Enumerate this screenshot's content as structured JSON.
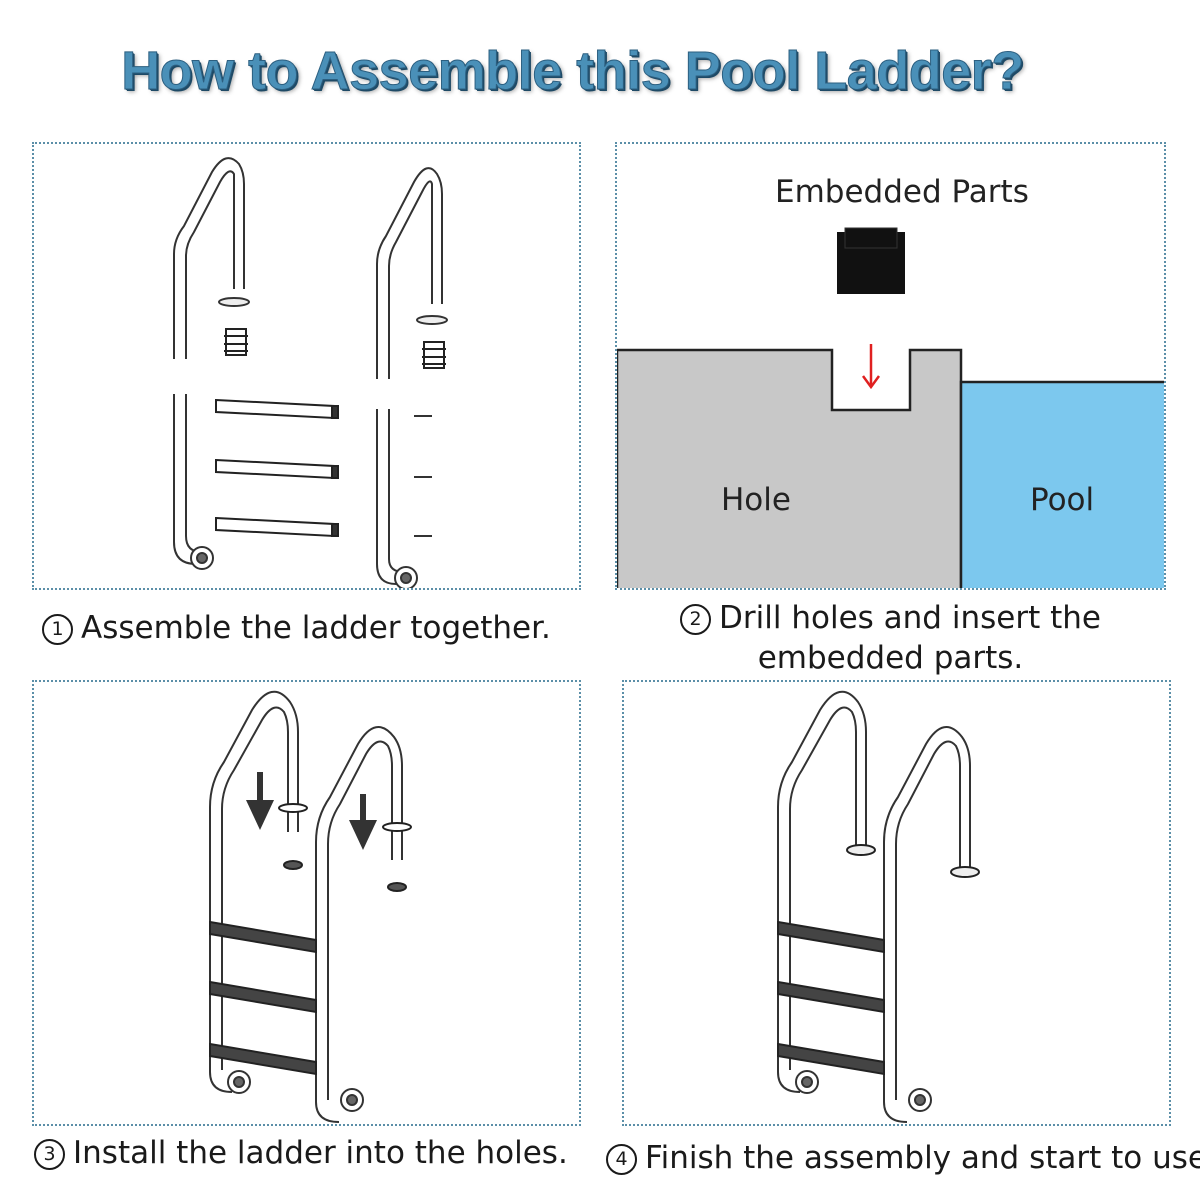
{
  "title": "How to Assemble this Pool Ladder?",
  "steps": [
    {
      "num": "1",
      "caption": "Assemble the ladder together."
    },
    {
      "num": "2",
      "caption_line1": "Drill holes and insert the",
      "caption_line2": "embedded parts."
    },
    {
      "num": "3",
      "caption": "Install the ladder into the holes."
    },
    {
      "num": "4",
      "caption": "Finish the assembly and start to use."
    }
  ],
  "diagram2": {
    "embedded_label": "Embedded Parts",
    "hole_label": "Hole",
    "pool_label": "Pool",
    "colors": {
      "ground": "#c8c8c8",
      "pool": "#7cc8ee",
      "embedded": "#111111",
      "arrow": "#e02020"
    }
  },
  "colors": {
    "title": "#4a90b8",
    "border": "#5b8fa8"
  }
}
